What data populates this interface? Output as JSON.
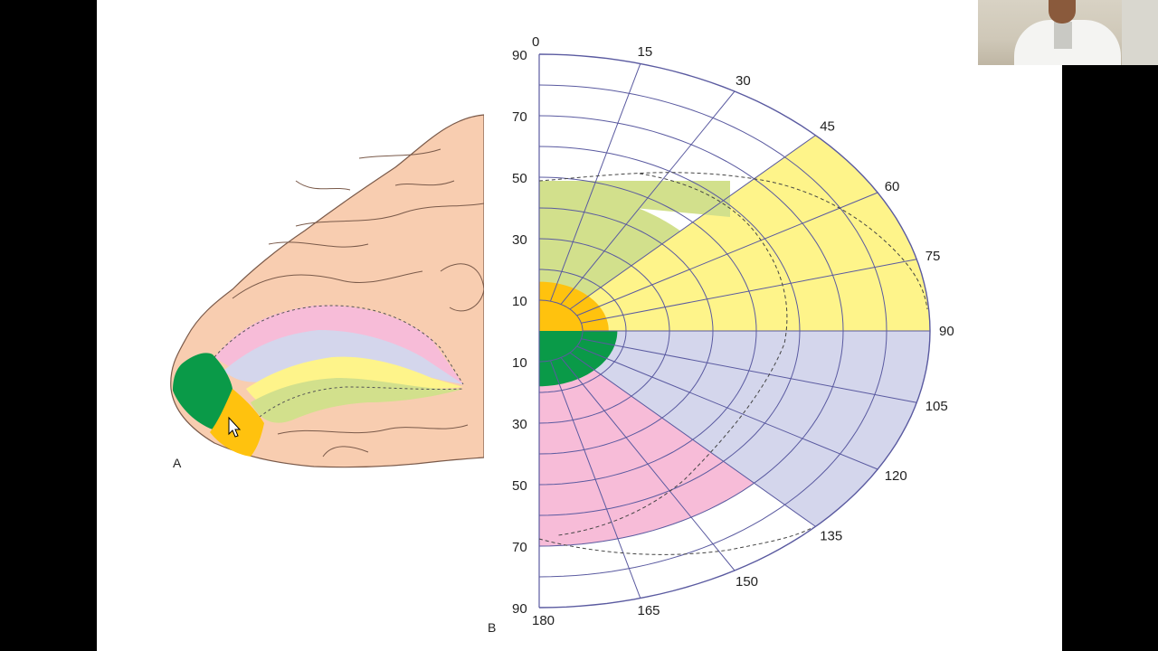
{
  "panels": {
    "a_label": "A",
    "b_label": "B"
  },
  "chart": {
    "meridians": [
      0,
      15,
      30,
      45,
      60,
      75,
      90,
      105,
      120,
      135,
      150,
      165,
      180
    ],
    "rings": [
      10,
      20,
      30,
      40,
      50,
      60,
      70,
      80,
      90
    ],
    "upper_ecc_labels": [
      "90",
      "70",
      "50",
      "30",
      "10"
    ],
    "lower_ecc_labels": [
      "10",
      "30",
      "50",
      "70",
      "90"
    ]
  },
  "colors": {
    "brain": "#f8cdb0",
    "brain_outline": "#7a5a4a",
    "green_dark": "#0a9a48",
    "orange": "#ffc20e",
    "light_green": "#d2e08c",
    "yellow": "#fef48a",
    "lavender": "#d4d6ec",
    "pink": "#f7bcd8",
    "grid": "#5a5aa0"
  }
}
